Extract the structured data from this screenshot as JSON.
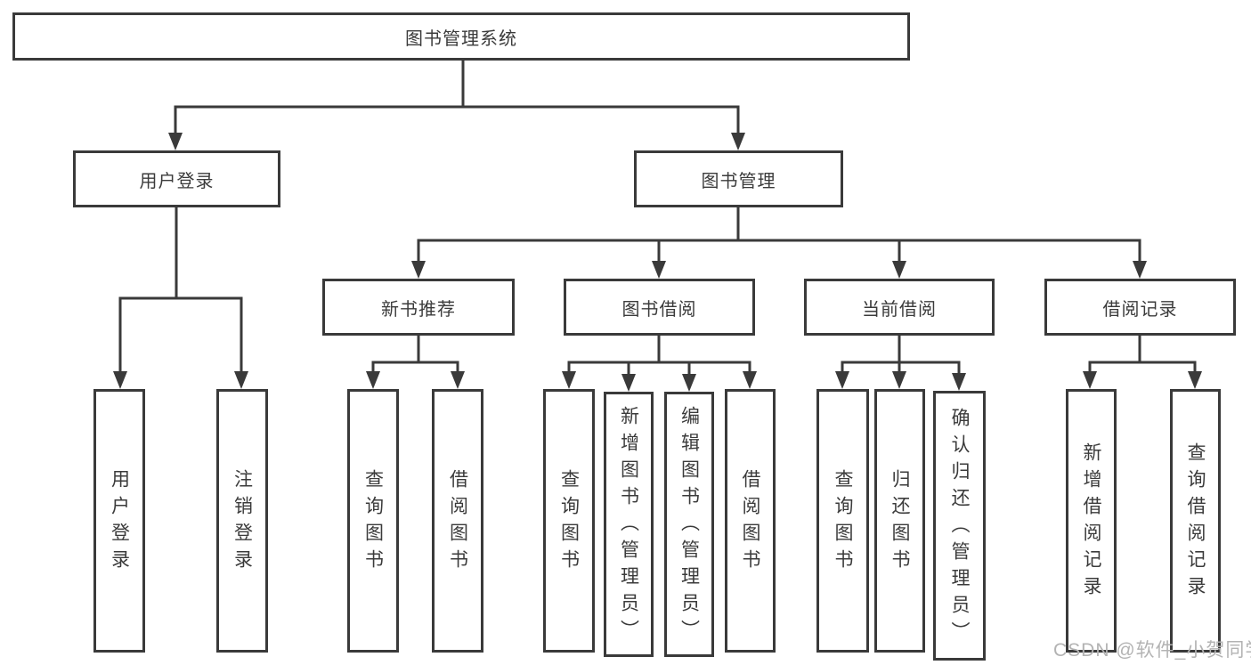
{
  "diagram": {
    "root": {
      "label": "图书管理系统"
    },
    "user_login": {
      "label": "用户登录",
      "children": [
        {
          "label": "用户登录"
        },
        {
          "label": "注销登录"
        }
      ]
    },
    "book_mgmt": {
      "label": "图书管理",
      "sections": [
        {
          "label": "新书推荐",
          "children": [
            {
              "label": "查询图书"
            },
            {
              "label": "借阅图书"
            }
          ]
        },
        {
          "label": "图书借阅",
          "children": [
            {
              "label": "查询图书"
            },
            {
              "label": "新增图书（管理员）"
            },
            {
              "label": "编辑图书（管理员）"
            },
            {
              "label": "借阅图书"
            }
          ]
        },
        {
          "label": "当前借阅",
          "children": [
            {
              "label": "查询图书"
            },
            {
              "label": "归还图书"
            },
            {
              "label": "确认归还（管理员）"
            }
          ]
        },
        {
          "label": "借阅记录",
          "children": [
            {
              "label": "新增借阅记录"
            },
            {
              "label": "查询借阅记录"
            }
          ]
        }
      ]
    },
    "watermark": "CSDN @软件_小贺同学",
    "colors": {
      "line": "#3a3a3a",
      "text": "#3b3b3b",
      "watermark": "#b3b3b3"
    }
  }
}
